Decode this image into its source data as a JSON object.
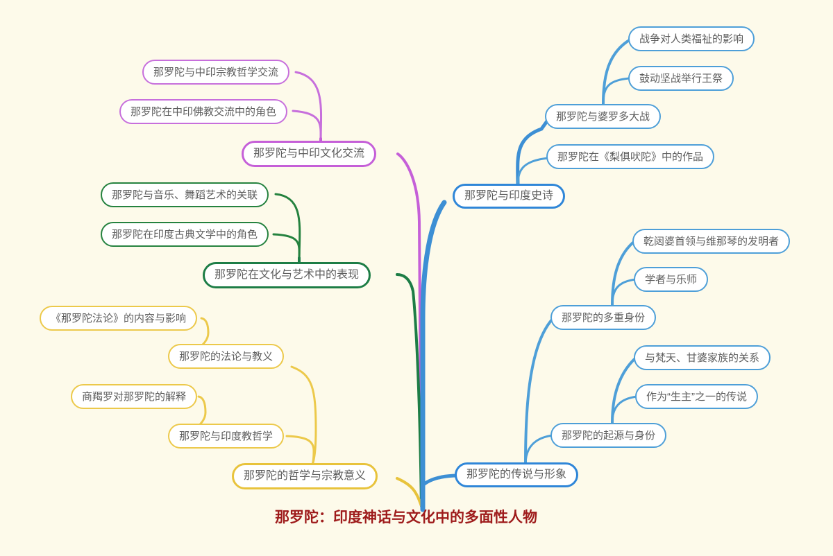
{
  "diagram": {
    "type": "mindmap",
    "background_color": "#fdfaea",
    "root": {
      "label": "那罗陀：印度神话与文化中的多面性人物",
      "color": "#9e1b1b"
    },
    "branches": [
      {
        "id": "epics",
        "label": "那罗陀与印度史诗",
        "color": "#2f86d8",
        "leaf_color": "#4e9fd8",
        "children": [
          {
            "label": "那罗陀与婆罗多大战",
            "children": [
              {
                "label": "战争对人类福祉的影响"
              },
              {
                "label": "鼓动坚战举行王祭"
              }
            ]
          },
          {
            "label": "那罗陀在《梨俱吠陀》中的作品",
            "children": []
          }
        ]
      },
      {
        "id": "legend",
        "label": "那罗陀的传说与形象",
        "color": "#2f86d8",
        "leaf_color": "#4e9fd8",
        "children": [
          {
            "label": "那罗陀的多重身份",
            "children": [
              {
                "label": "乾闼婆首领与维那琴的发明者"
              },
              {
                "label": "学者与乐师"
              }
            ]
          },
          {
            "label": "那罗陀的起源与身份",
            "children": [
              {
                "label": "与梵天、甘婆家族的关系"
              },
              {
                "label": "作为“生主”之一的传说"
              }
            ]
          }
        ]
      },
      {
        "id": "culture",
        "label": "那罗陀与中印文化交流",
        "color": "#c55fd8",
        "leaf_color": "#c76fdc",
        "children": [
          {
            "label": "那罗陀与中印宗教哲学交流",
            "children": []
          },
          {
            "label": "那罗陀在中印佛教交流中的角色",
            "children": []
          }
        ]
      },
      {
        "id": "arts",
        "label": "那罗陀在文化与艺术中的表现",
        "color": "#1d7d46",
        "leaf_color": "#25823f",
        "children": [
          {
            "label": "那罗陀与音乐、舞蹈艺术的关联",
            "children": []
          },
          {
            "label": "那罗陀在印度古典文学中的角色",
            "children": []
          }
        ]
      },
      {
        "id": "philosophy",
        "label": "那罗陀的哲学与宗教意义",
        "color": "#e8c33c",
        "leaf_color": "#ecc94b",
        "children": [
          {
            "label": "那罗陀的法论与教义",
            "children": [
              {
                "label": "《那罗陀法论》的内容与影响"
              }
            ]
          },
          {
            "label": "那罗陀与印度教哲学",
            "children": [
              {
                "label": "商羯罗对那罗陀的解释"
              }
            ]
          }
        ]
      }
    ]
  }
}
